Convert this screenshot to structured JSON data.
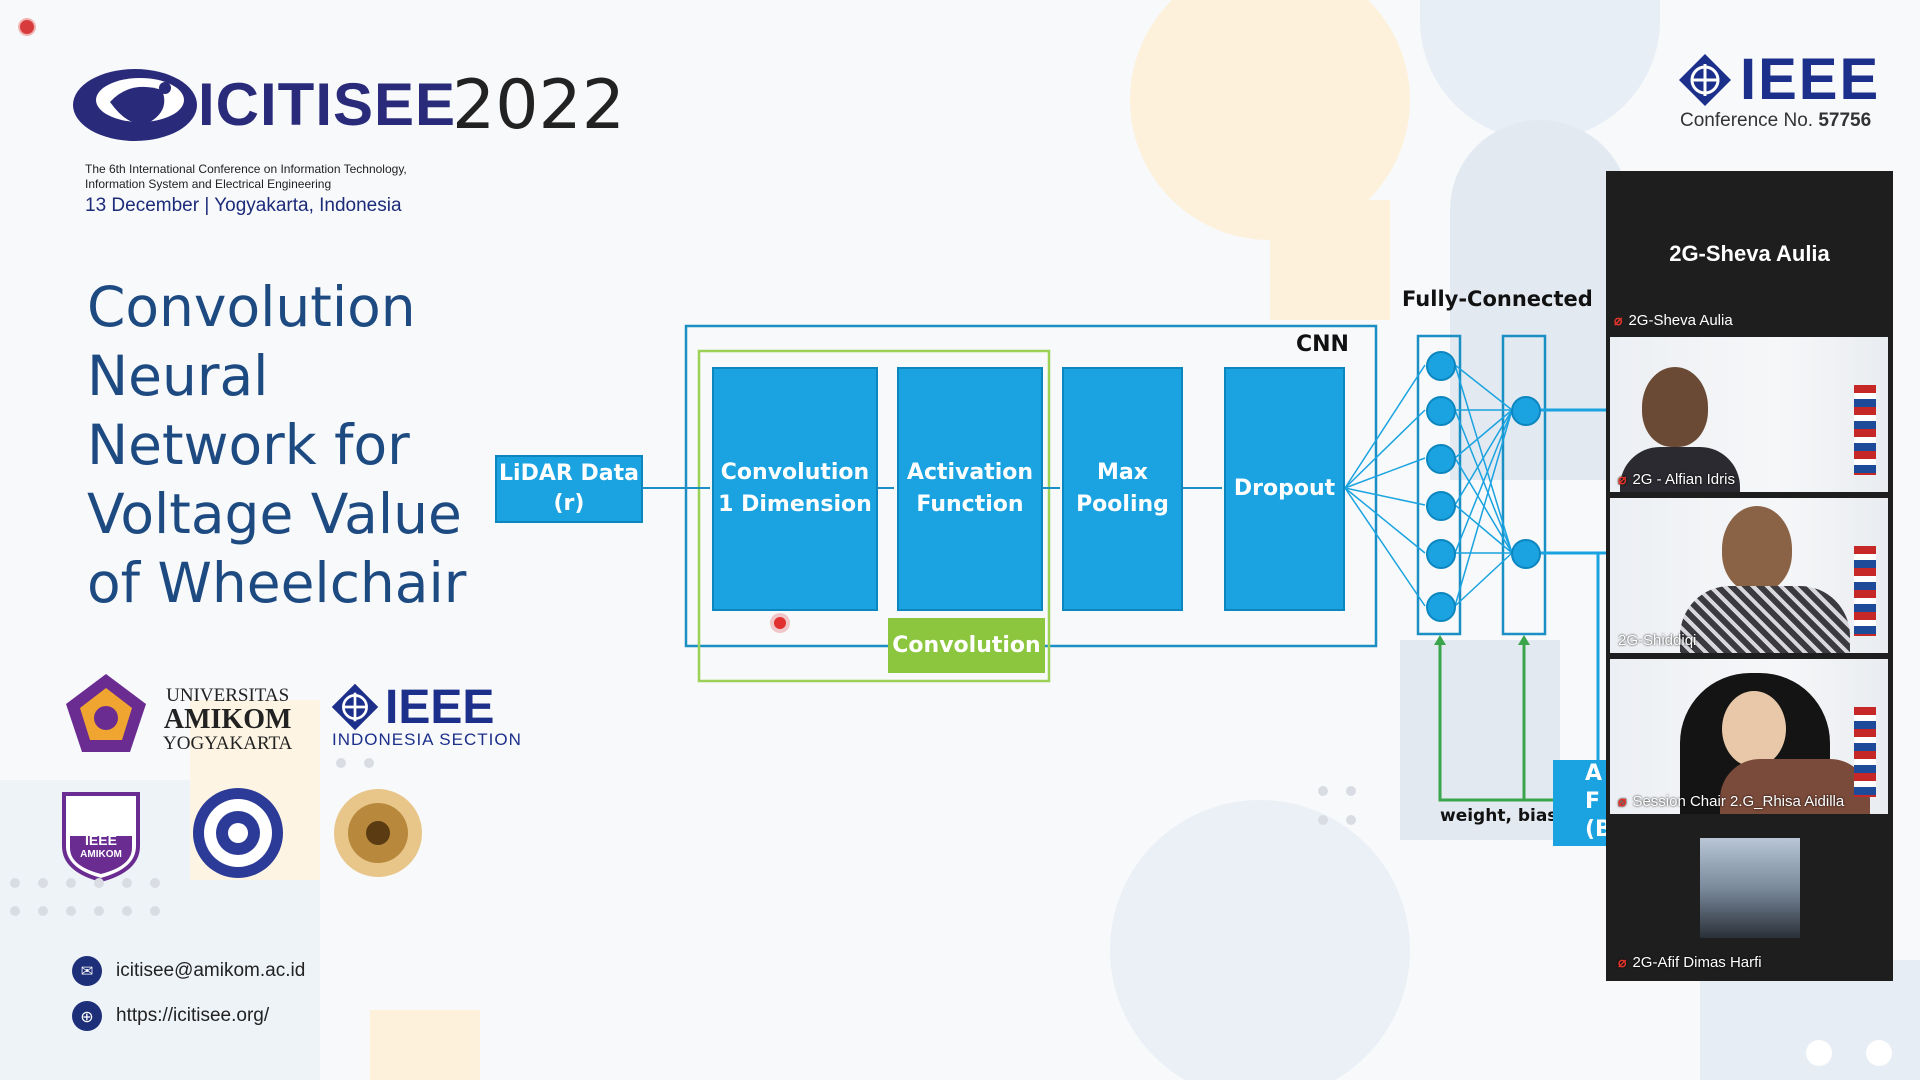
{
  "conference": {
    "name": "ICITISEE",
    "year": "2022",
    "description_line1": "The 6th International Conference on Information Technology,",
    "description_line2": "Information System and Electrical Engineering",
    "date_location": "13 December | Yogyakarta, Indonesia"
  },
  "ieee_header": {
    "brand": "IEEE",
    "conference_label": "Conference No.",
    "conference_number": "57756"
  },
  "slide": {
    "title_lines": [
      "Convolution",
      "Neural",
      "Network for",
      "Voltage Value",
      "of Wheelchair"
    ]
  },
  "diagram": {
    "input_line1": "LiDAR Data",
    "input_line2": "(r)",
    "conv1d_line1": "Convolution",
    "conv1d_line2": "1 Dimension",
    "activation_line1": "Activation",
    "activation_line2": "Function",
    "maxpool_line1": "Max",
    "maxpool_line2": "Pooling",
    "dropout": "Dropout",
    "cnn_label": "CNN",
    "convolution_label": "Convolution",
    "fc_label": "Fully-Connected",
    "weight_bias_label": "weight, bias",
    "partial_block_line1": "A",
    "partial_block_line2": "F",
    "partial_block_line3": "(B"
  },
  "sponsors": {
    "amikom_line1": "UNIVERSITAS",
    "amikom_line2": "AMIKOM",
    "amikom_line3": "YOGYAKARTA",
    "ieee_section_brand": "IEEE",
    "ieee_section_label": "INDONESIA SECTION",
    "ieee_badge_top": "IEEE",
    "ieee_badge_bottom": "AMIKOM"
  },
  "contacts": {
    "email": "icitisee@amikom.ac.id",
    "website": "https://icitisee.org/"
  },
  "video_panel": {
    "active_speaker": "2G-Sheva Aulia",
    "participants": [
      {
        "name": "2G-Sheva Aulia",
        "muted": true
      },
      {
        "name": "2G - Alfian Idris",
        "muted": true
      },
      {
        "name": "2G-Shiddiqi",
        "muted": false
      },
      {
        "name": "Session Chair 2.G_Rhisa Aidilla",
        "muted": true
      },
      {
        "name": "2G-Afif Dimas Harfi",
        "muted": true
      }
    ]
  },
  "colors": {
    "block_blue": "#1aa3e0",
    "convolution_green": "#8cc63f",
    "title_blue": "#1e4a82",
    "ieee_navy": "#1c2f8a",
    "recording_red": "#d83b3b"
  }
}
